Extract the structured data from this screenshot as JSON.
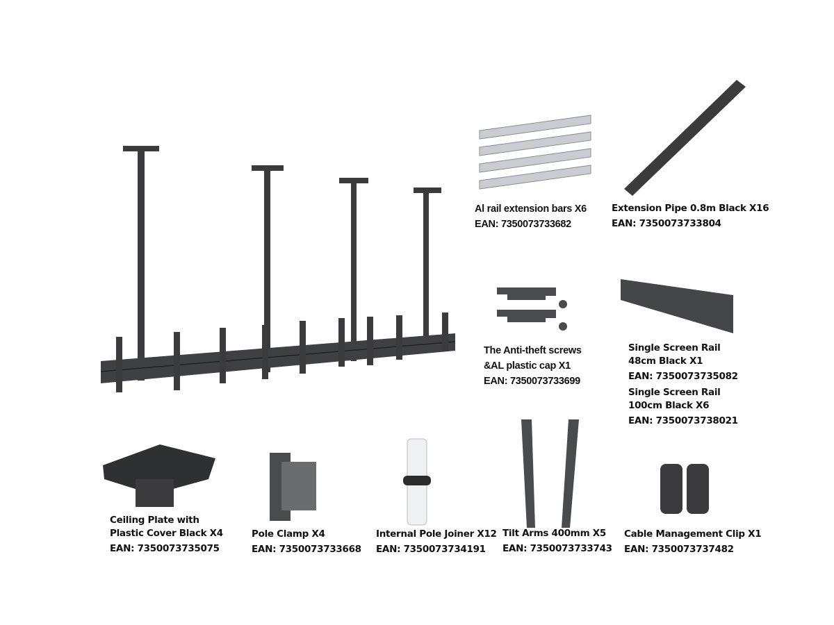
{
  "colors": {
    "metal_dark": "#3b3b3d",
    "metal_mid": "#55575a",
    "aluminium": "#c9ccd0",
    "white_part": "#eef0f2",
    "text": "#111111"
  },
  "parts": [
    {
      "id": "al-rail",
      "name": "Al rail extension bars X6",
      "ean": "EAN: 7350073733682"
    },
    {
      "id": "ext-pipe",
      "name": "Extension Pipe 0.8m Black X16",
      "ean": "EAN: 7350073733804"
    },
    {
      "id": "anti-theft",
      "name_lines": [
        "The Anti-theft screws",
        "&AL plastic cap X1"
      ],
      "ean": "EAN: 7350073733699"
    },
    {
      "id": "rail-48",
      "name_lines": [
        "Single Screen Rail",
        "48cm Black X1"
      ],
      "ean": "EAN: 7350073735082"
    },
    {
      "id": "rail-100",
      "name_lines": [
        "Single Screen Rail",
        "100cm Black X6"
      ],
      "ean": "EAN: 7350073738021"
    },
    {
      "id": "ceiling-plate",
      "name_lines": [
        "Ceiling Plate with",
        "Plastic Cover Black X4"
      ],
      "ean": "EAN: 7350073735075"
    },
    {
      "id": "pole-clamp",
      "name": "Pole Clamp X4",
      "ean": "EAN: 7350073733668"
    },
    {
      "id": "pole-joiner",
      "name": "Internal Pole Joiner X12",
      "ean": "EAN: 7350073734191"
    },
    {
      "id": "tilt-arms",
      "name": "Tilt Arms 400mm X5",
      "ean": "EAN: 7350073733743"
    },
    {
      "id": "cable-clip",
      "name": "Cable Management Clip X1",
      "ean": "EAN: 7350073737482"
    }
  ]
}
